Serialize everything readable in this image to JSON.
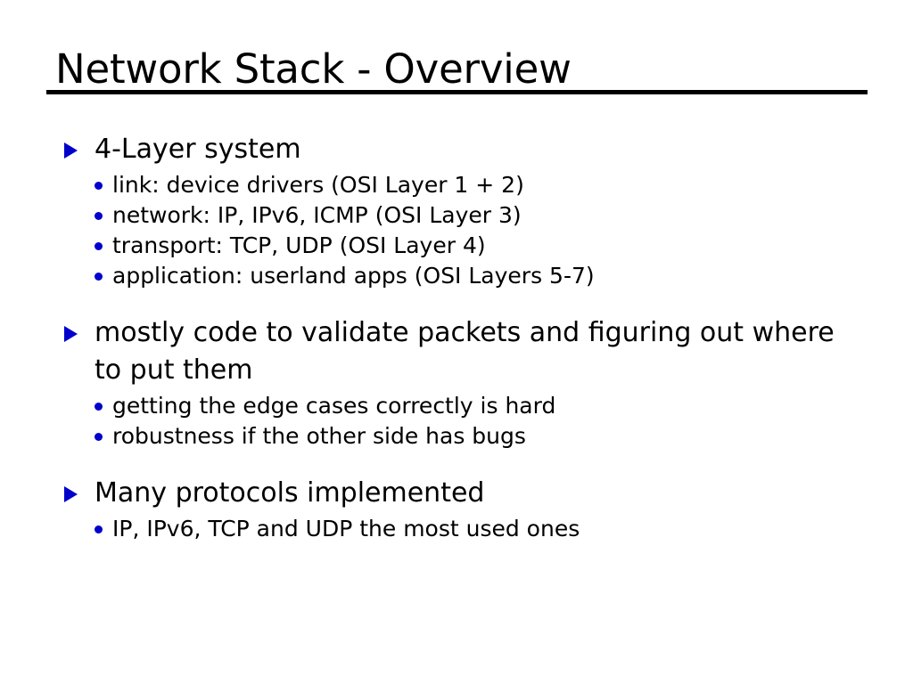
{
  "slide": {
    "title": "Network Stack - Overview",
    "background_color": "#ffffff",
    "text_color": "#000000",
    "bullet_color": "#0000cc",
    "rule_color": "#000000",
    "groups": [
      {
        "id": "four-layer-system",
        "heading": "4-Layer system",
        "bullet_icon": "triangle-right-bullet",
        "items": [
          {
            "text": "link: device drivers (OSI Layer 1 + 2)",
            "bullet_icon": "round-dot-bullet"
          },
          {
            "text": "network: IP, IPv6, ICMP (OSI Layer 3)",
            "bullet_icon": "round-dot-bullet"
          },
          {
            "text": "transport: TCP, UDP (OSI Layer 4)",
            "bullet_icon": "round-dot-bullet"
          },
          {
            "text": "application: userland apps (OSI Layers 5-7)",
            "bullet_icon": "round-dot-bullet"
          }
        ]
      },
      {
        "id": "mostly-code-to-validate",
        "heading": "mostly code to validate packets and figuring out where to put them",
        "bullet_icon": "triangle-right-bullet",
        "items": [
          {
            "text": "getting the edge cases correctly is hard",
            "bullet_icon": "round-dot-bullet"
          },
          {
            "text": "robustness if the other side has bugs",
            "bullet_icon": "round-dot-bullet"
          }
        ]
      },
      {
        "id": "many-protocols-implemented",
        "heading": "Many protocols implemented",
        "bullet_icon": "triangle-right-bullet",
        "items": [
          {
            "text": "IP, IPv6, TCP and UDP the most used ones",
            "bullet_icon": "round-dot-bullet"
          }
        ]
      }
    ]
  }
}
